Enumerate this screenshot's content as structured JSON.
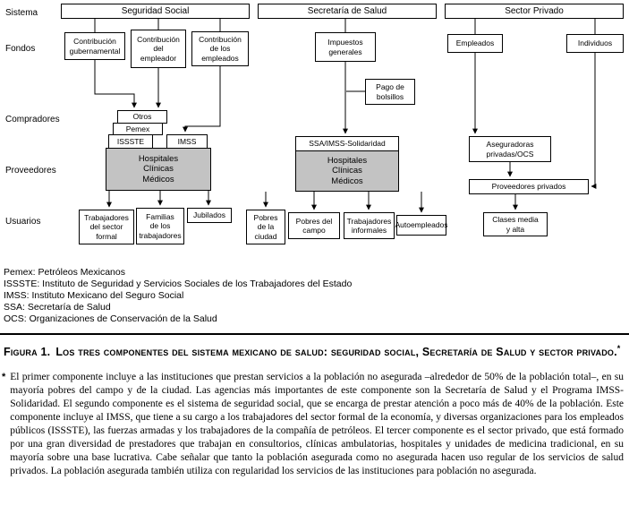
{
  "diagram": {
    "row_labels": {
      "sistema": "Sistema",
      "fondos": "Fondos",
      "compradores": "Compradores",
      "proveedores": "Proveedores",
      "usuarios": "Usuarios"
    },
    "headers": {
      "seguridad_social": "Seguridad Social",
      "secretaria_salud": "Secretaría de Salud",
      "sector_privado": "Sector Privado"
    },
    "seguridad_social": {
      "fondos": [
        "Contribución\ngubernamental",
        "Contribución\ndel\nempleador",
        "Contribución\nde los\nempleados"
      ],
      "compradores": {
        "otros": "Otros",
        "pemex": "Pemex",
        "issste": "ISSSTE",
        "imss": "IMSS"
      },
      "proveedores": "Hospitales\nClínicas\nMédicos",
      "usuarios": [
        "Trabajadores\ndel sector\nformal",
        "Familias\nde los\ntrabajadores",
        "Jubilados"
      ]
    },
    "secretaria_salud": {
      "fondos": "Impuestos\ngenerales",
      "pago_de_bolsillos": "Pago de\nbolsillos",
      "comprador": "SSA/IMSS-Solidaridad",
      "proveedores": "Hospitales\nClínicas\nMédicos",
      "usuarios": [
        "Pobres\nde la\nciudad",
        "Pobres del\ncampo",
        "Trabajadores\ninformales",
        "Autoempleados"
      ]
    },
    "sector_privado": {
      "fondos": [
        "Empleados",
        "Individuos"
      ],
      "compradores": "Aseguradoras\nprivadas/OCS",
      "proveedores": "Proveedores privados",
      "usuarios": [
        "Clases media\ny alta"
      ]
    }
  },
  "abbreviations": [
    "Pemex: Petróleos Mexicanos",
    "ISSSTE: Instituto de Seguridad y Servicios Sociales de los Trabajadores del Estado",
    "IMSS: Instituto Mexicano del Seguro Social",
    "SSA: Secretaría de Salud",
    "OCS: Organizaciones de Conservación de la Salud"
  ],
  "caption": {
    "label": "Figura 1.",
    "text": "Los tres componentes del sistema mexicano de salud: seguridad social, Secretaría de Salud y sector privado.",
    "marker": "*"
  },
  "footnote": {
    "marker": "*",
    "text": "El primer componente incluye a las instituciones que prestan servicios a la población no asegurada –alrededor de 50% de la población total–, en su mayoría pobres del campo y de la ciudad. Las agencias más importantes de este componente son la Secretaría de Salud y el Programa IMSS-Solidaridad. El segundo componente es el sistema de seguridad social, que se encarga de prestar atención a poco más de 40% de la población. Este componente incluye al IMSS, que tiene a su cargo a los trabajadores del sector formal de la economía, y diversas organizaciones para los empleados públicos (ISSSTE), las fuerzas armadas y los trabajadores de la compañía de petróleos. El tercer componente es el sector privado, que está formado por una gran diversidad de prestadores que trabajan en consultorios, clínicas ambulatorias, hospitales y unidades de medicina tradicional, en su mayoría sobre una base lucrativa. Cabe señalar que tanto la población asegurada como no asegurada hacen uso regular de los servicios de salud privados. La población asegurada también utiliza con regularidad los servicios de las instituciones para población no asegurada."
  },
  "colors": {
    "box_fill_gray": "#c3c3c3",
    "line_color": "#000000"
  }
}
